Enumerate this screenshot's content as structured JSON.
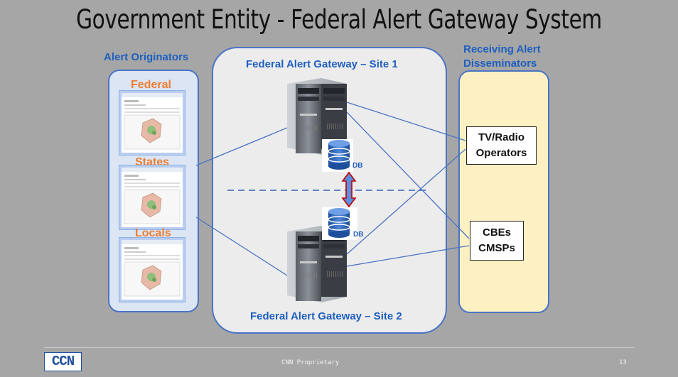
{
  "title": "Government Entity - Federal Alert Gateway System",
  "originators": {
    "heading": "Alert Originators",
    "items": [
      {
        "label": "Federal"
      },
      {
        "label": "States"
      },
      {
        "label": "Locals"
      }
    ]
  },
  "gateway": {
    "site1_label": "Federal Alert Gateway – Site 1",
    "site2_label": "Federal Alert Gateway – Site 2",
    "db_label": "DB"
  },
  "disseminators": {
    "heading_line1": "Receiving Alert",
    "heading_line2": "Disseminators",
    "tv_line1": "TV/Radio",
    "tv_line2": "Operators",
    "cbe_line1": "CBEs",
    "cbe_line2": "CMSPs"
  },
  "footer": {
    "logo": "CCN",
    "proprietary": "CNN Proprietary",
    "page": "13"
  },
  "colors": {
    "accent_blue": "#1f5fbf",
    "orange": "#ed7d31",
    "line_blue": "#4a74c4",
    "arrow_red": "#c00000"
  }
}
